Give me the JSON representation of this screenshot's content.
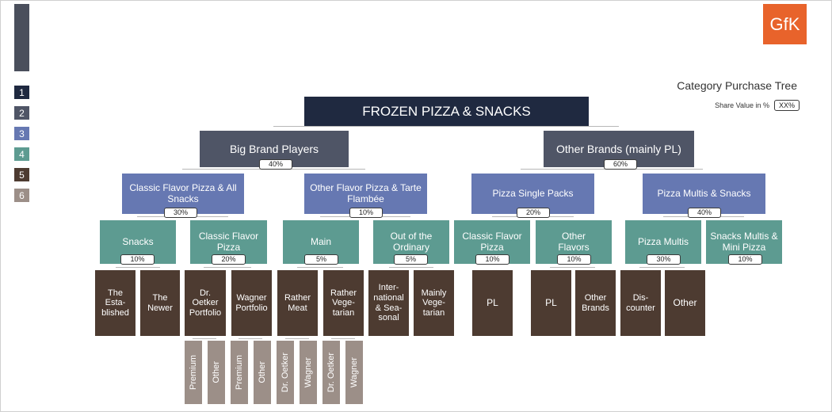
{
  "header": {
    "title": "Category Purchase Tree",
    "share_label": "Share Value in %",
    "share_placeholder": "XX%",
    "logo_text": "GfK"
  },
  "legend": [
    "1",
    "2",
    "3",
    "4",
    "5",
    "6"
  ],
  "colors": {
    "level1": "#1f2940",
    "level2": "#4f5566",
    "level3": "#6678b2",
    "level4": "#5d9b91",
    "level5": "#4d3b31",
    "level6": "#9c8f88",
    "logo": "#e8632b"
  },
  "tree": {
    "root": "FROZEN PIZZA & SNACKS",
    "level2": [
      {
        "label": "Big Brand Players",
        "share": "40%"
      },
      {
        "label": "Other Brands (mainly PL)",
        "share": "60%"
      }
    ],
    "level3": [
      {
        "label": "Classic Flavor Pizza & All Snacks",
        "share": "30%"
      },
      {
        "label": "Other Flavor Pizza & Tarte Flambée",
        "share": "10%"
      },
      {
        "label": "Pizza Single Packs",
        "share": "20%"
      },
      {
        "label": "Pizza Multis  & Snacks",
        "share": "40%"
      }
    ],
    "level4": [
      {
        "label": "Snacks",
        "share": "10%"
      },
      {
        "label": "Classic Flavor Pizza",
        "share": "20%"
      },
      {
        "label": "Main",
        "share": "5%"
      },
      {
        "label": "Out of the Ordinary",
        "share": "5%"
      },
      {
        "label": "Classic Flavor Pizza",
        "share": "10%"
      },
      {
        "label": "Other Flavors",
        "share": "10%"
      },
      {
        "label": "Pizza Multis",
        "share": "30%"
      },
      {
        "label": "Snacks Multis & Mini Pizza",
        "share": "10%"
      }
    ],
    "level5": [
      "The Esta-blished",
      "The Newer",
      "Dr. Oetker Portfolio",
      "Wagner Portfolio",
      "Rather Meat",
      "Rather Vege-tarian",
      "Inter-national & Sea-sonal",
      "Mainly Vege-tarian",
      "PL",
      "PL",
      "Other Brands",
      "Dis-counter",
      "Other"
    ],
    "level6": [
      "Premium",
      "Other",
      "Premium",
      "Other",
      "Dr. Oetker",
      "Wagner",
      "Dr. Oetker",
      "Wagner"
    ]
  }
}
